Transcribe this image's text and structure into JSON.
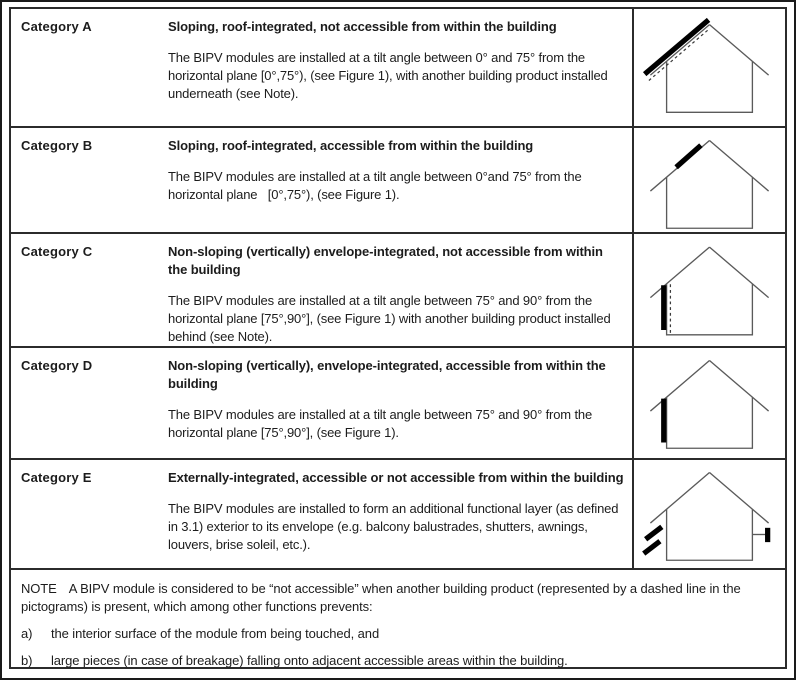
{
  "table": {
    "colors": {
      "border": "#2b2b2b",
      "text": "#1c1c1c",
      "house_outline": "#5a5a5a",
      "module_fill": "#000000"
    },
    "rows": [
      {
        "category": "Category A",
        "title": "Sloping, roof-integrated, not accessible from within the building",
        "body": "The BIPV modules are installed at a tilt angle between 0° and 75° from the horizontal plane [0°,75°), (see Figure 1), with another building product installed underneath (see Note).",
        "pictogram": "house with PV module on full left roof slope and dashed underlay line"
      },
      {
        "category": "Category B",
        "title": "Sloping, roof-integrated, accessible from within the building",
        "body": "The BIPV modules are installed at a tilt angle between 0°and 75° from the horizontal plane   [0°,75°), (see Figure 1).",
        "pictogram": "house with PV module on upper part of left roof slope"
      },
      {
        "category": "Category C",
        "title": "Non-sloping (vertically) envelope-integrated, not accessible from within the building",
        "body": "The BIPV modules are installed at a tilt angle between 75° and 90° from the horizontal plane [75°,90°], (see Figure 1) with another building product installed behind (see Note).",
        "pictogram": "house with vertical PV module on left wall and dashed backing line"
      },
      {
        "category": "Category D",
        "title": "Non-sloping (vertically), envelope-integrated, accessible from within the building",
        "body": "The BIPV modules are installed at a tilt angle between 75° and 90° from the horizontal plane [75°,90°], (see Figure 1).",
        "pictogram": "house with vertical PV module on left wall"
      },
      {
        "category": "Category E",
        "title": "Externally-integrated, accessible or not accessible from within the building",
        "body": "The BIPV modules are installed to form an additional functional layer (as defined in 3.1) exterior to its envelope (e.g. balcony balustrades, shutters, awnings, louvers, brise soleil, etc.).",
        "pictogram": "house with external louver modules at left wall and balustrade module at right wall"
      }
    ],
    "note": {
      "label": "NOTE",
      "body": "A BIPV module is considered to be “not accessible” when another building product (represented by a dashed line in the pictograms) is present, which among other functions prevents:",
      "items": [
        {
          "marker": "a)",
          "text": "the interior surface of the module from being touched, and"
        },
        {
          "marker": "b)",
          "text": "large pieces (in case of breakage) falling onto adjacent accessible areas within the building."
        }
      ]
    }
  }
}
